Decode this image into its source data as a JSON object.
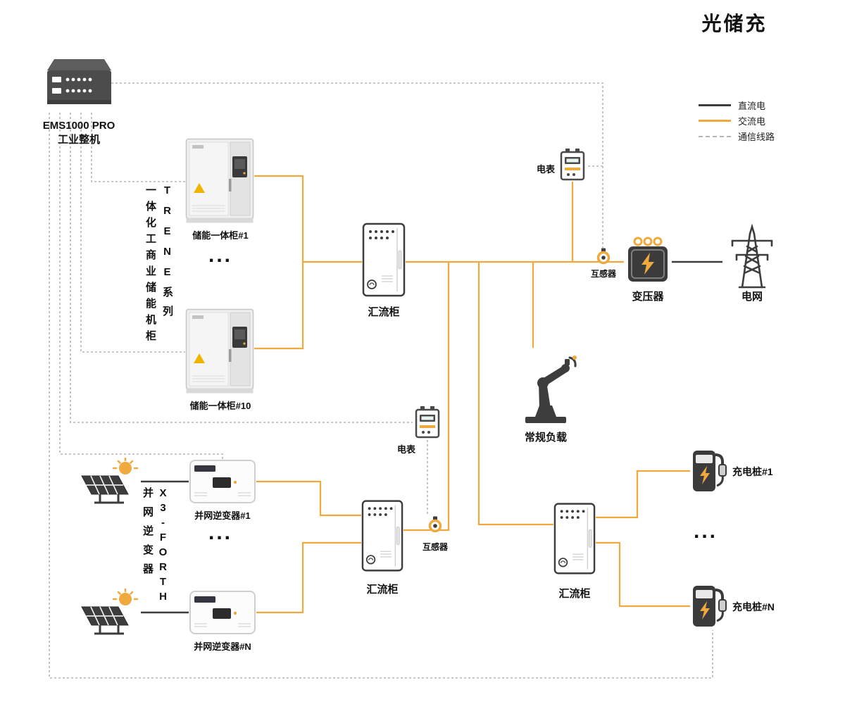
{
  "title": "光储充",
  "colors": {
    "dc": "#3d3d3d",
    "ac": "#F0A93C",
    "comm": "#b5b5b5"
  },
  "legend": [
    {
      "id": "dc",
      "label": "直流电"
    },
    {
      "id": "ac",
      "label": "交流电"
    },
    {
      "id": "comm",
      "label": "通信线路"
    }
  ],
  "nodes": {
    "ems": {
      "line1": "EMS1000 PRO",
      "line2": "工业整机"
    },
    "storage_group": {
      "col_right": "TRENE系列",
      "col_left": "一体化工商业储能机柜"
    },
    "storage_1": {
      "label": "储能一体柜#1"
    },
    "storage_10": {
      "label": "储能一体柜#10"
    },
    "storage_ellipsis": "...",
    "combiner_main": {
      "label": "汇流柜"
    },
    "meter_top": {
      "label": "电表"
    },
    "ct_top": {
      "label": "互感器"
    },
    "transformer": {
      "label": "变压器"
    },
    "grid": {
      "label": "电网"
    },
    "load": {
      "label": "常规负载"
    },
    "meter_bottom": {
      "label": "电表"
    },
    "ct_bottom": {
      "label": "互感器"
    },
    "combiner_pv": {
      "label": "汇流柜"
    },
    "combiner_ev": {
      "label": "汇流柜"
    },
    "inverter_group": {
      "col_right": "X3-FORTH",
      "col_left": "并网逆变器"
    },
    "inverter_1": {
      "label": "并网逆变器#1"
    },
    "inverter_n": {
      "label": "并网逆变器#N"
    },
    "inverter_ellipsis": "...",
    "charger_1": {
      "label": "充电桩#1"
    },
    "charger_n": {
      "label": "充电桩#N"
    },
    "charger_ellipsis": "..."
  }
}
